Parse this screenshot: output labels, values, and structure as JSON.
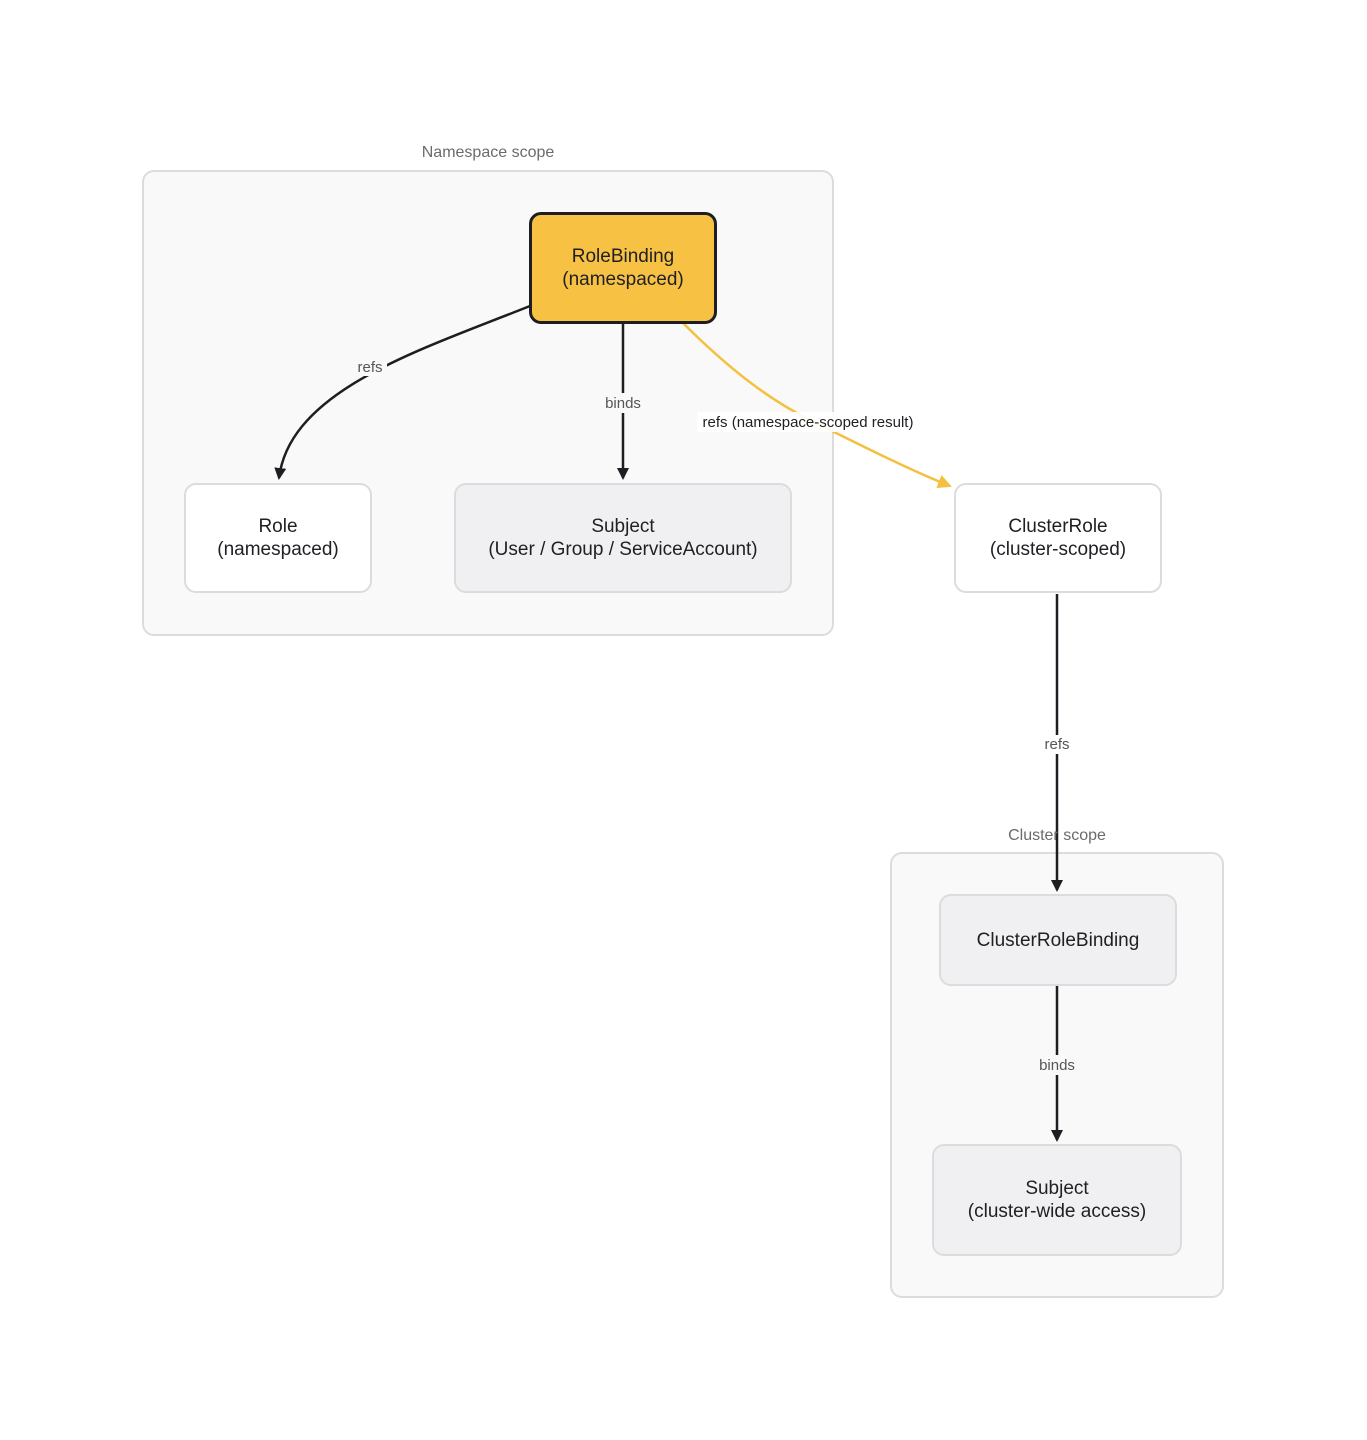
{
  "groups": {
    "namespace": {
      "label": "Namespace scope"
    },
    "cluster": {
      "label": "Cluster scope"
    }
  },
  "nodes": {
    "rolebinding": {
      "line1": "RoleBinding",
      "line2": "(namespaced)"
    },
    "role": {
      "line1": "Role",
      "line2": "(namespaced)"
    },
    "subject_ns": {
      "line1": "Subject",
      "line2": "(User / Group / ServiceAccount)"
    },
    "clusterrole": {
      "line1": "ClusterRole",
      "line2": "(cluster-scoped)"
    },
    "clusterrolebinding": {
      "line1": "ClusterRoleBinding"
    },
    "subject_cluster": {
      "line1": "Subject",
      "line2": "(cluster-wide access)"
    }
  },
  "edges": {
    "rb_role": "refs",
    "rb_subject": "binds",
    "rb_clusterrole": "refs (namespace-scoped result)",
    "clusterrole_crb": "refs",
    "crb_subject": "binds"
  },
  "colors": {
    "highlight": "#f7c244",
    "edge": "#1d1d22",
    "highlight_edge": "#f5c040"
  }
}
